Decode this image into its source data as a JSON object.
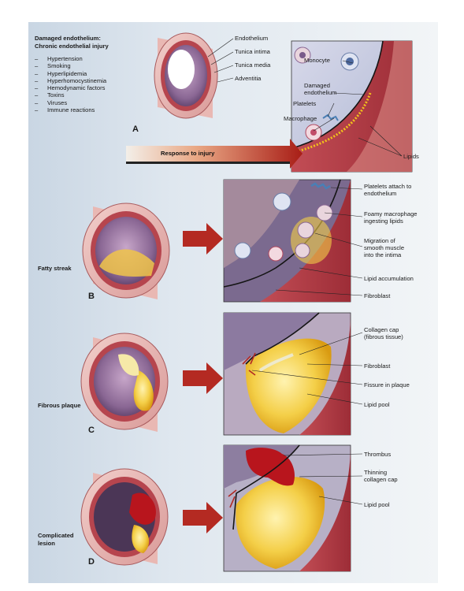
{
  "header": {
    "title_line1": "Damaged endothelium:",
    "title_line2": "Chronic endothelial injury"
  },
  "risk_factors": [
    "Hypertension",
    "Smoking",
    "Hyperlipidemia",
    "Hyperhomocystinemia",
    "Hemodynamic factors",
    "Toxins",
    "Viruses",
    "Immune reactions"
  ],
  "panel_a": {
    "letter": "A",
    "vessel_labels": [
      "Endothelium",
      "Tunica intima",
      "Tunica media",
      "Adventitia"
    ],
    "arrow_label": "Response to injury",
    "detail_labels": {
      "monocyte": "Monocyte",
      "damaged_line1": "Damaged",
      "damaged_line2": "endothelium",
      "platelets": "Platelets",
      "macrophage": "Macrophage",
      "lipids": "Lipids"
    }
  },
  "panel_b": {
    "letter": "B",
    "stage": "Fatty streak",
    "labels": {
      "platelets_line1": "Platelets attach to",
      "platelets_line2": "endothelium",
      "foamy_line1": "Foamy macrophage",
      "foamy_line2": "ingesting lipids",
      "migration_line1": "Migration of",
      "migration_line2": "smooth muscle",
      "migration_line3": "into the intima",
      "lipid_accumulation": "Lipid accumulation",
      "fibroblast": "Fibroblast"
    }
  },
  "panel_c": {
    "letter": "C",
    "stage": "Fibrous plaque",
    "labels": {
      "collagen_line1": "Collagen cap",
      "collagen_line2": "(fibrous tissue)",
      "fibroblast": "Fibroblast",
      "fissure": "Fissure in plaque",
      "lipid_pool": "Lipid pool"
    }
  },
  "panel_d": {
    "letter": "D",
    "stage_line1": "Complicated",
    "stage_line2": "lesion",
    "labels": {
      "thrombus": "Thrombus",
      "thinning_line1": "Thinning",
      "thinning_line2": "collagen cap",
      "lipid_pool": "Lipid pool"
    }
  },
  "colors": {
    "vessel_wall": "#b84a52",
    "adventitia": "#e7b9b3",
    "lumen": "#7b5a86",
    "lipid": "#f2c21b",
    "thrombus": "#b8151d",
    "arrow": "#b42a22"
  }
}
